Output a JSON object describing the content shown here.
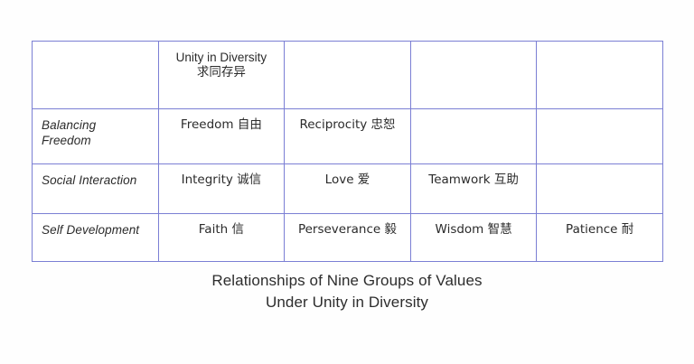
{
  "table": {
    "border_color": "#7b7fd4",
    "columns": 5,
    "rows": [
      {
        "name": "header-row",
        "label": "",
        "cells": [
          {
            "text": "",
            "empty": true
          },
          {
            "text": "Unity in Diversity",
            "text_cn": "求同存异",
            "empty": false
          },
          {
            "text": "",
            "empty": true
          },
          {
            "text": "",
            "empty": true
          },
          {
            "text": "",
            "empty": true
          }
        ]
      },
      {
        "name": "balancing-freedom-row",
        "label": "Balancing Freedom",
        "label_line1": "Balancing",
        "label_line2": "Freedom",
        "cells": [
          {
            "text": "Freedom 自由",
            "empty": false
          },
          {
            "text": "Reciprocity 忠恕",
            "empty": false
          },
          {
            "text": "",
            "empty": true
          },
          {
            "text": "",
            "empty": true
          }
        ]
      },
      {
        "name": "social-interaction-row",
        "label": "Social Interaction",
        "cells": [
          {
            "text": "Integrity 诚信",
            "empty": false
          },
          {
            "text": "Love 爱",
            "empty": false
          },
          {
            "text": "Teamwork 互助",
            "empty": false
          },
          {
            "text": "",
            "empty": true
          }
        ]
      },
      {
        "name": "self-development-row",
        "label": "Self Development",
        "cells": [
          {
            "text": "Faith 信",
            "empty": false
          },
          {
            "text": "Perseverance 毅",
            "empty": false
          },
          {
            "text": "Wisdom 智慧",
            "empty": false
          },
          {
            "text": "Patience 耐",
            "empty": false
          }
        ]
      }
    ]
  },
  "caption": {
    "line1": "Relationships of Nine Groups of Values",
    "line2": "Under Unity in Diversity"
  }
}
